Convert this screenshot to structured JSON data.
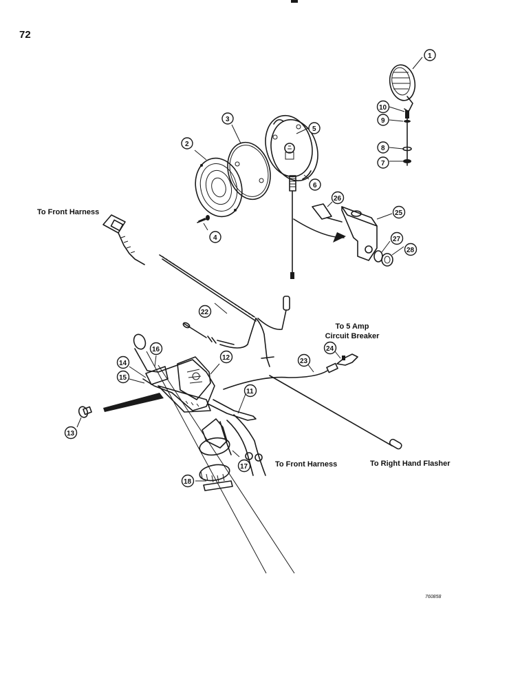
{
  "page_number": "72",
  "figure_code": "760858",
  "labels": {
    "to_front_harness_top": "To Front Harness",
    "to_circuit_breaker_line1": "To 5 Amp",
    "to_circuit_breaker_line2": "Circuit Breaker",
    "to_front_harness_bottom": "To Front Harness",
    "to_right_hand_flasher": "To Right Hand Flasher"
  },
  "callouts": [
    "1",
    "2",
    "3",
    "4",
    "5",
    "6",
    "7",
    "8",
    "9",
    "10",
    "11",
    "12",
    "13",
    "14",
    "15",
    "16",
    "17",
    "18",
    "22",
    "23",
    "24",
    "25",
    "26",
    "27",
    "28"
  ]
}
